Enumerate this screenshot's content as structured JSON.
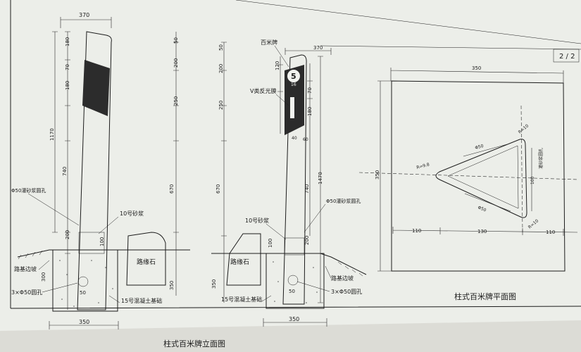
{
  "page": {
    "number": "2 / 2"
  },
  "elevation": {
    "title": "柱式百米牌立面图",
    "left": {
      "top_width": "370",
      "vdims": [
        "180",
        "70",
        "180",
        "1170",
        "740",
        "200",
        "100",
        "300"
      ],
      "labels": {
        "hole": "Φ50灌砂浆圆孔",
        "mortar": "10号砂浆",
        "curb": "路缘石",
        "slope": "路基边坡",
        "holes3": "3×Φ50圆孔",
        "foundation": "15号混凝土基础",
        "bottom_width": "350",
        "base_dim": "350",
        "bolt": "50"
      },
      "right_dims": [
        "50",
        "200",
        "250",
        "670"
      ]
    },
    "right": {
      "top_width": "370",
      "plate_label": "百米牌",
      "plate_number": "5",
      "plate_sub": "16",
      "film_label": "V类反光膜",
      "vdims": [
        "50",
        "200",
        "250",
        "670",
        "350"
      ],
      "plate_dims": [
        "120",
        "70",
        "180",
        "60",
        "40",
        "740",
        "1470",
        "100",
        "200"
      ],
      "labels": {
        "hole": "Φ50灌砂浆圆孔",
        "mortar": "10号砂浆",
        "curb": "路缘石",
        "slope": "路基边坡",
        "holes3": "3×Φ50圆孔",
        "foundation": "15号混凝土基础",
        "bottom_width": "350",
        "bolt": "50"
      }
    }
  },
  "plan": {
    "title": "柱式百米牌平面图",
    "top_dim": "350",
    "left_dim": "350",
    "bottom_dims": [
      "110",
      "130",
      "110"
    ],
    "labels": {
      "hole_top": "Φ50",
      "hole_bottom": "Φ50",
      "r_top": "R=10",
      "r_left": "R=9.8",
      "r_bottom": "R=10",
      "grout": "灌砂浆圆孔",
      "side_dim": "100"
    }
  }
}
